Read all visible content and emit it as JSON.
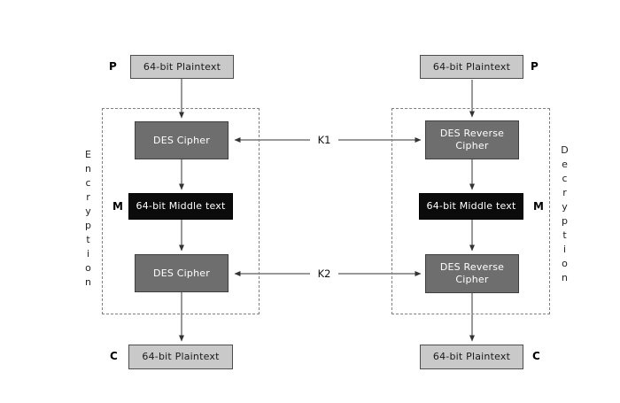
{
  "diagram": {
    "encryption": {
      "section_label": "Encryption",
      "input_label": "P",
      "input_box": "64-bit Plaintext",
      "stage1_box": "DES Cipher",
      "middle_label": "M",
      "middle_box": "64-bit Middle text",
      "stage2_box": "DES Cipher",
      "output_label": "C",
      "output_box": "64-bit Plaintext"
    },
    "decryption": {
      "section_label": "Decryption",
      "input_label": "P",
      "input_box": "64-bit Plaintext",
      "stage1_box": "DES Reverse Cipher",
      "middle_label": "M",
      "middle_box": "64-bit Middle text",
      "stage2_box": "DES Reverse Cipher",
      "output_label": "C",
      "output_box": "64-bit Plaintext"
    },
    "keys": {
      "key1_label": "K1",
      "key2_label": "K2"
    },
    "colors": {
      "light_box": "#c9c9c9",
      "dark_box": "#6e6e6e",
      "black_box": "#0b0b0b",
      "box_border": "#4d4d4d",
      "dashed_border": "#808080",
      "line": "#333333"
    }
  }
}
